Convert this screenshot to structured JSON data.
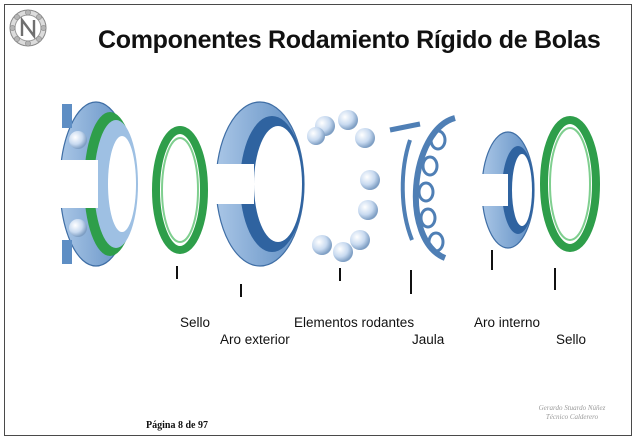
{
  "title": "Componentes Rodamiento Rígido de Bolas",
  "labels": {
    "sello_left": "Sello",
    "aro_exterior": "Aro exterior",
    "elementos_rodantes": "Elementos rodantes",
    "jaula": "Jaula",
    "aro_interno": "Aro interno",
    "sello_right": "Sello"
  },
  "footer": {
    "page": "Página 8 de 97",
    "author_line1": "Gerardo Stuardo Núñez",
    "author_line2": "Técnico Calderero"
  },
  "colors": {
    "ring_blue": "#7ea9d4",
    "ring_dark": "#2f63a0",
    "seal_green": "#2e9e4a",
    "cage_blue": "#4f7fb5",
    "ball": "#c8daf0"
  },
  "icons": {
    "logo": "bearing-logo-icon"
  }
}
